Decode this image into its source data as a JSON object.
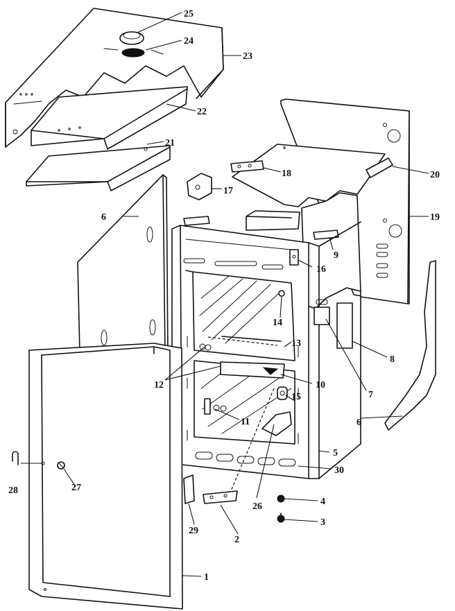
{
  "callouts": [
    {
      "id": "c1",
      "label": "1"
    },
    {
      "id": "c2",
      "label": "2"
    },
    {
      "id": "c3",
      "label": "3"
    },
    {
      "id": "c4",
      "label": "4"
    },
    {
      "id": "c5",
      "label": "5"
    },
    {
      "id": "c6a",
      "label": "6"
    },
    {
      "id": "c6b",
      "label": "6"
    },
    {
      "id": "c7",
      "label": "7"
    },
    {
      "id": "c8",
      "label": "8"
    },
    {
      "id": "c9",
      "label": "9"
    },
    {
      "id": "c10",
      "label": "10"
    },
    {
      "id": "c11",
      "label": "11"
    },
    {
      "id": "c12",
      "label": "12"
    },
    {
      "id": "c13",
      "label": "13"
    },
    {
      "id": "c14",
      "label": "14"
    },
    {
      "id": "c15",
      "label": "15"
    },
    {
      "id": "c16",
      "label": "16"
    },
    {
      "id": "c17",
      "label": "17"
    },
    {
      "id": "c18",
      "label": "18"
    },
    {
      "id": "c19",
      "label": "19"
    },
    {
      "id": "c20",
      "label": "20"
    },
    {
      "id": "c21",
      "label": "21"
    },
    {
      "id": "c22",
      "label": "22"
    },
    {
      "id": "c23",
      "label": "23"
    },
    {
      "id": "c24",
      "label": "24"
    },
    {
      "id": "c25",
      "label": "25"
    },
    {
      "id": "c26",
      "label": "26"
    },
    {
      "id": "c27",
      "label": "27"
    },
    {
      "id": "c28",
      "label": "28"
    },
    {
      "id": "c29",
      "label": "29"
    },
    {
      "id": "c30",
      "label": "30"
    }
  ]
}
